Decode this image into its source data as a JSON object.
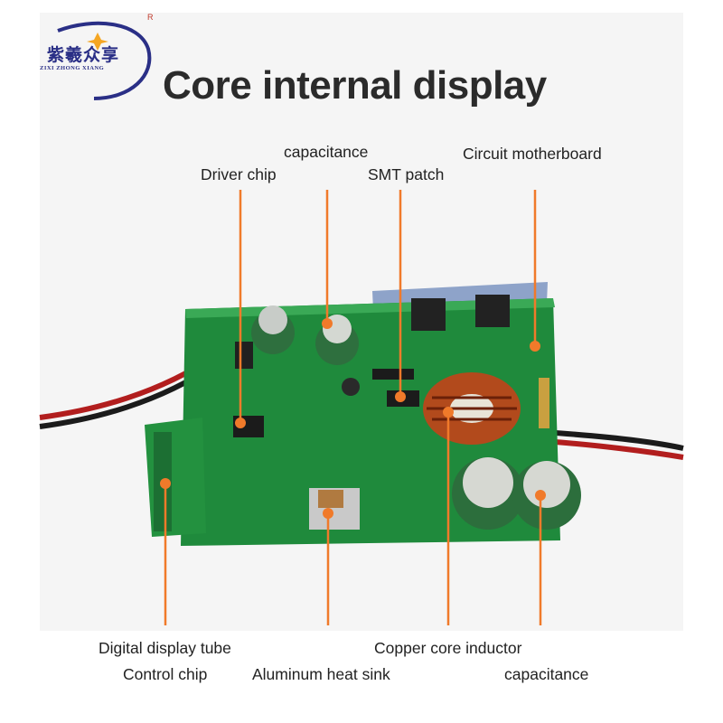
{
  "brand": {
    "logo_text_cn": "紫羲众享",
    "logo_text_en": "ZIXI ZHONG XIANG",
    "registered_mark": "R"
  },
  "title": "Core internal display",
  "labels": {
    "capacitance_top": "capacitance",
    "circuit_motherboard": "Circuit motherboard",
    "driver_chip": "Driver chip",
    "smt_patch": "SMT patch",
    "digital_display_tube": "Digital display tube",
    "control_chip": "Control chip",
    "copper_core_inductor": "Copper core inductor",
    "aluminum_heat_sink": "Aluminum heat sink",
    "capacitance_bottom": "capacitance"
  },
  "colors": {
    "callout_orange": "#f07a2a",
    "pcb_green": "#1f8a3c",
    "brand_navy": "#2a2f86",
    "logo_star": "#f5a623"
  }
}
